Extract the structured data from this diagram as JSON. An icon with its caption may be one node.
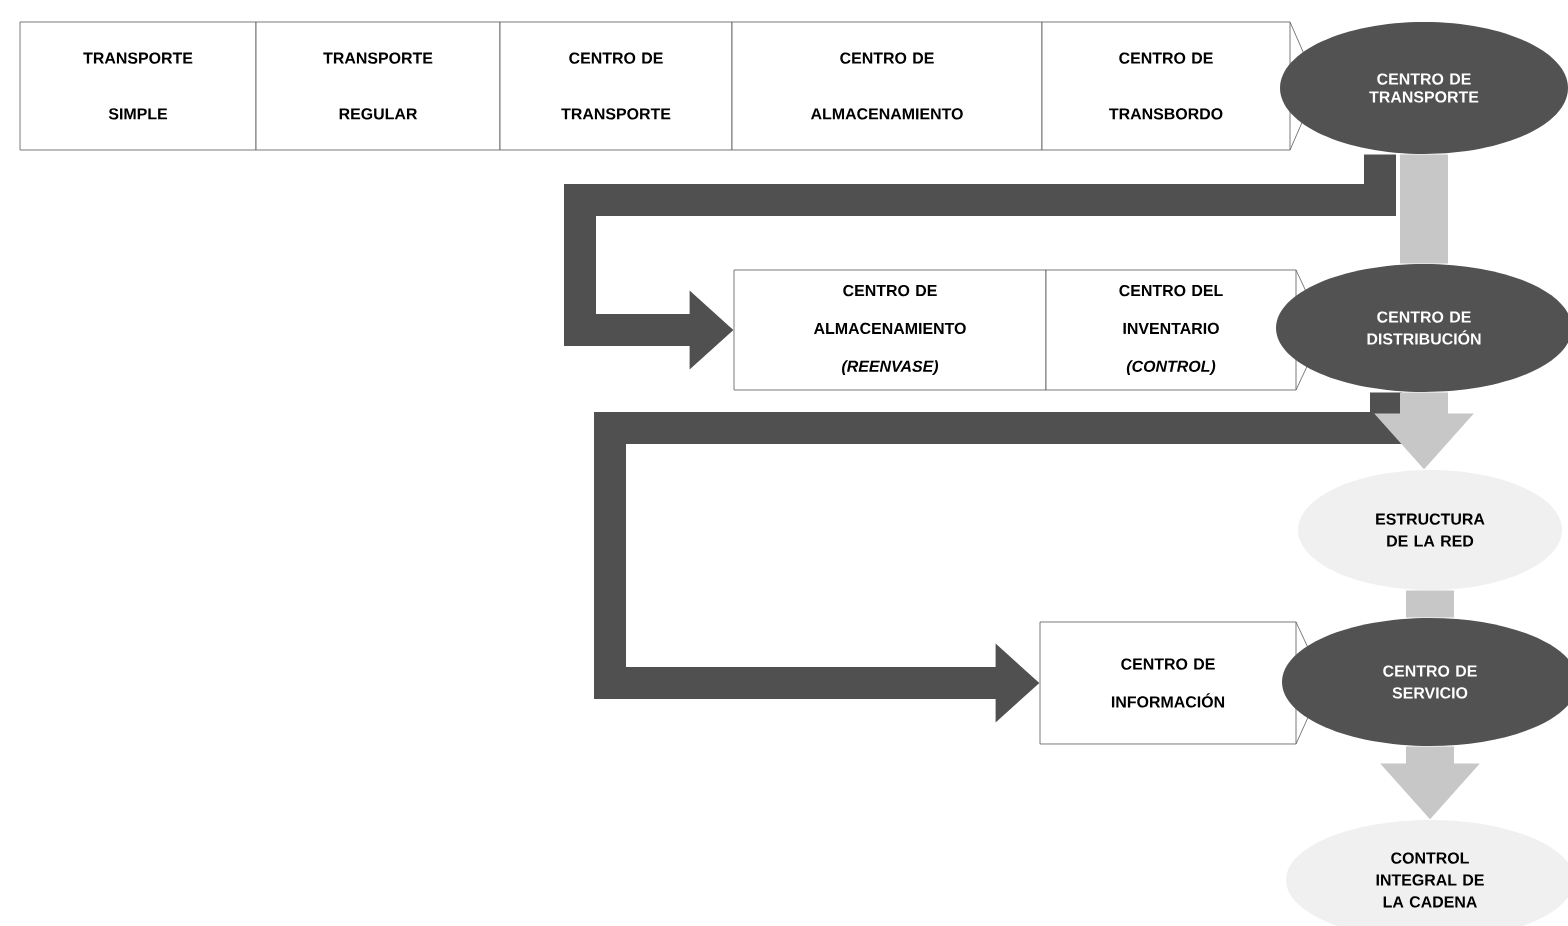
{
  "diagram": {
    "nodes": [
      {
        "text": [
          "TRANSPORTE SIMPLE"
        ]
      },
      {
        "text": [
          "TRANSPORTE REGULAR"
        ]
      },
      {
        "text": [
          "CENTRO DE TRANSPORTE"
        ]
      },
      {
        "text": [
          "CENTRO DE ALMACENAMIENTO"
        ]
      },
      {
        "text": [
          "CENTRO DE TRANSBORDO"
        ]
      },
      {
        "text": [
          "CENTRO DE TRANSPORTE"
        ]
      },
      {
        "text": [
          "CENTRO DE ALMACENAMIENTO",
          "(REENVASE)"
        ]
      },
      {
        "text": [
          "CENTRO DEL INVENTARIO",
          "(CONTROL)"
        ]
      },
      {
        "text": [
          "CENTRO DE DISTRIBUCIÓN"
        ]
      },
      {
        "text": [
          "ESTRUCTURA DE LA RED"
        ]
      },
      {
        "text": [
          "CENTRO DE INFORMACIÓN"
        ]
      },
      {
        "text": [
          "CENTRO DE SERVICIO"
        ]
      },
      {
        "text": [
          "CONTROL INTEGRAL DE LA CADENA"
        ]
      }
    ],
    "edges": [
      {
        "from": 5,
        "to": 6,
        "arrow": "to",
        "color": "#505050"
      },
      {
        "from": 8,
        "to": 10,
        "arrow": "to",
        "color": "#505050"
      },
      {
        "from": 5,
        "to": 8,
        "arrow": "none"
      },
      {
        "from": 8,
        "to": 9,
        "arrow": "to"
      },
      {
        "from": 9,
        "to": 11,
        "arrow": "none"
      },
      {
        "from": 11,
        "to": 12,
        "arrow": "to"
      }
    ]
  }
}
